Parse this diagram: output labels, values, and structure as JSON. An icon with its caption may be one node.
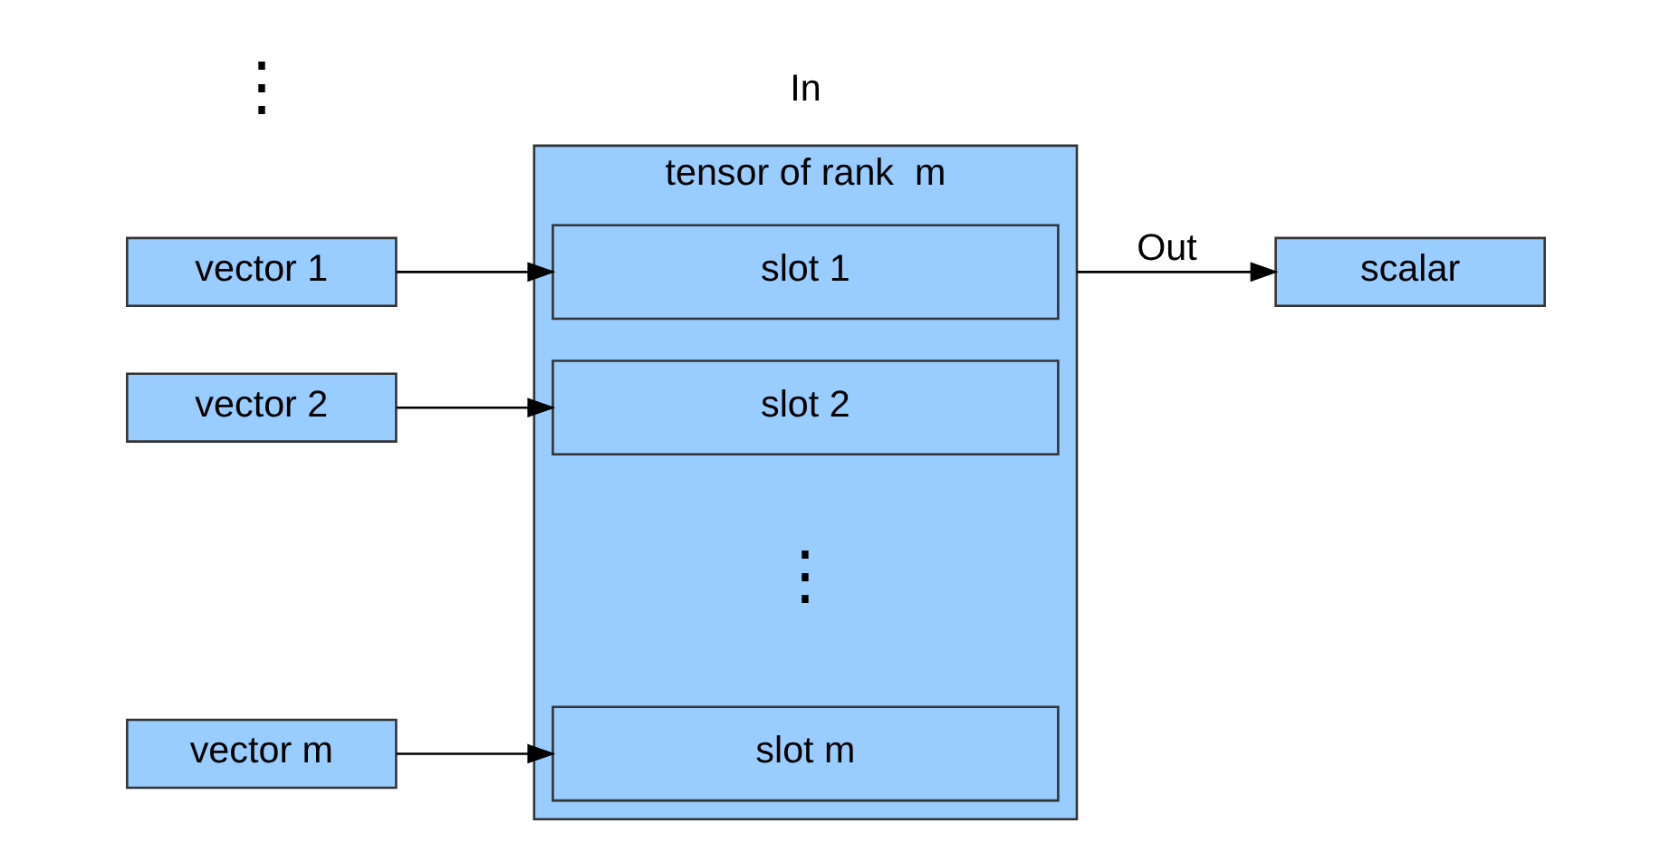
{
  "diagram": {
    "nodes": [
      {
        "text": [
          "tensor of rank  m"
        ]
      },
      {
        "text": [
          "vector 1"
        ]
      },
      {
        "text": [
          "vector 2"
        ]
      },
      {
        "text": [
          "vector m"
        ]
      },
      {
        "text": [
          "slot 1"
        ],
        "in": 0
      },
      {
        "text": [
          "slot 2"
        ],
        "in": 0
      },
      {
        "text": [
          "slot m"
        ],
        "in": 0
      },
      {
        "text": [
          "scalar"
        ]
      }
    ],
    "edges": [
      {
        "from": 1,
        "to": 4,
        "arrow": "to"
      },
      {
        "from": 2,
        "to": 5,
        "arrow": "to"
      },
      {
        "from": 3,
        "to": 6,
        "arrow": "to"
      },
      {
        "from": 0,
        "to": 7,
        "arrow": "to",
        "label": "Out"
      }
    ],
    "labels": [
      "In",
      "⋮",
      "⋮"
    ]
  }
}
